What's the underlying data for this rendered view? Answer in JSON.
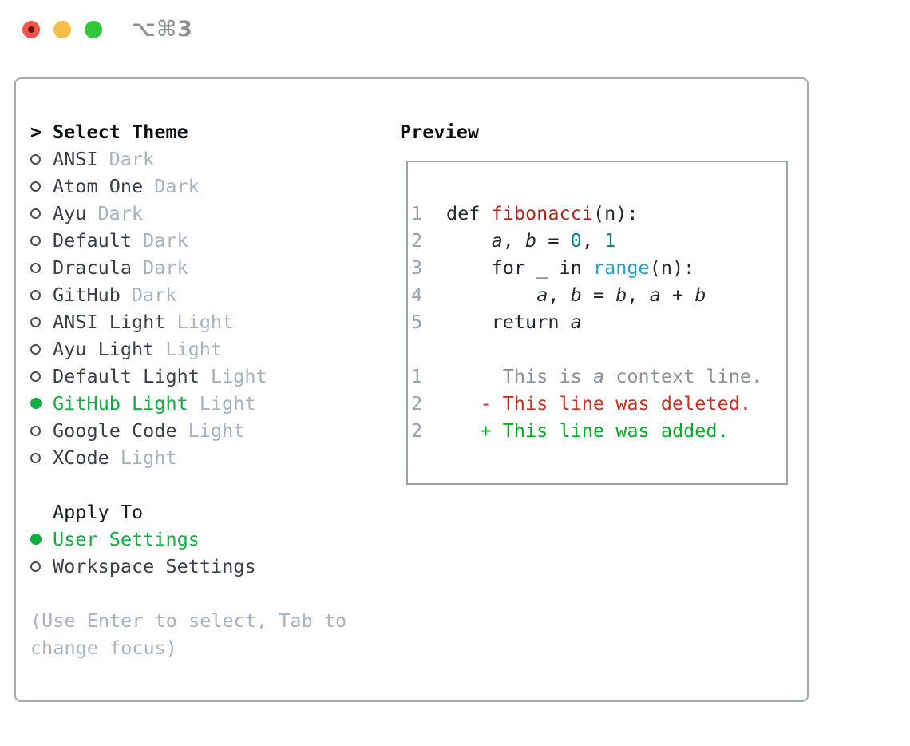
{
  "titlebar": {
    "shortcut": "⌥⌘3"
  },
  "selector": {
    "header_prefix": ">",
    "header": "Select Theme",
    "items": [
      {
        "name": "ANSI",
        "variant": "Dark",
        "selected": false
      },
      {
        "name": "Atom One",
        "variant": "Dark",
        "selected": false
      },
      {
        "name": "Ayu",
        "variant": "Dark",
        "selected": false
      },
      {
        "name": "Default",
        "variant": "Dark",
        "selected": false
      },
      {
        "name": "Dracula",
        "variant": "Dark",
        "selected": false
      },
      {
        "name": "GitHub",
        "variant": "Dark",
        "selected": false
      },
      {
        "name": "ANSI Light",
        "variant": "Light",
        "selected": false
      },
      {
        "name": "Ayu Light",
        "variant": "Light",
        "selected": false
      },
      {
        "name": "Default Light",
        "variant": "Light",
        "selected": false
      },
      {
        "name": "GitHub Light",
        "variant": "Light",
        "selected": true
      },
      {
        "name": "Google Code",
        "variant": "Light",
        "selected": false
      },
      {
        "name": "XCode",
        "variant": "Light",
        "selected": false
      }
    ],
    "apply_to": {
      "header": "Apply To",
      "options": [
        {
          "name": "User Settings",
          "selected": true
        },
        {
          "name": "Workspace Settings",
          "selected": false
        }
      ]
    },
    "hint": "(Use Enter to select, Tab to change focus)"
  },
  "preview": {
    "title": "Preview",
    "lines": [
      {
        "kind": "code",
        "num": "1",
        "tokens": [
          {
            "t": "def ",
            "s": "fg"
          },
          {
            "t": "fibonacci",
            "s": "func"
          },
          {
            "t": "(n):",
            "s": "fg"
          }
        ]
      },
      {
        "kind": "code",
        "num": "2",
        "tokens": [
          {
            "t": "    ",
            "s": "fg"
          },
          {
            "t": "a",
            "s": "var"
          },
          {
            "t": ", ",
            "s": "fg"
          },
          {
            "t": "b",
            "s": "var"
          },
          {
            "t": " = ",
            "s": "fg"
          },
          {
            "t": "0",
            "s": "num"
          },
          {
            "t": ", ",
            "s": "fg"
          },
          {
            "t": "1",
            "s": "num"
          }
        ]
      },
      {
        "kind": "code",
        "num": "3",
        "tokens": [
          {
            "t": "    for _ in ",
            "s": "fg"
          },
          {
            "t": "range",
            "s": "builtin"
          },
          {
            "t": "(n):",
            "s": "fg"
          }
        ]
      },
      {
        "kind": "code",
        "num": "4",
        "tokens": [
          {
            "t": "        ",
            "s": "fg"
          },
          {
            "t": "a",
            "s": "var"
          },
          {
            "t": ", ",
            "s": "fg"
          },
          {
            "t": "b",
            "s": "var"
          },
          {
            "t": " = ",
            "s": "fg"
          },
          {
            "t": "b",
            "s": "var"
          },
          {
            "t": ", ",
            "s": "fg"
          },
          {
            "t": "a",
            "s": "var"
          },
          {
            "t": " + ",
            "s": "fg"
          },
          {
            "t": "b",
            "s": "var"
          }
        ]
      },
      {
        "kind": "code",
        "num": "5",
        "tokens": [
          {
            "t": "    return ",
            "s": "fg"
          },
          {
            "t": "a",
            "s": "var"
          }
        ]
      },
      {
        "kind": "blank",
        "num": "",
        "tokens": []
      },
      {
        "kind": "diff-context",
        "num": "1",
        "tokens": [
          {
            "t": "     This is ",
            "s": "ctx"
          },
          {
            "t": "a",
            "s": "ctx-var"
          },
          {
            "t": " context line.",
            "s": "ctx"
          }
        ]
      },
      {
        "kind": "diff-deleted",
        "num": "2",
        "tokens": [
          {
            "t": "   - This line was deleted.",
            "s": "del"
          }
        ]
      },
      {
        "kind": "diff-added",
        "num": "2",
        "tokens": [
          {
            "t": "   + This line was added.",
            "s": "add"
          }
        ]
      }
    ]
  },
  "colors": {
    "selection_green": "#10ad41",
    "added_green": "#04ab25",
    "deleted_red": "#c93222",
    "function_red": "#b2261d",
    "number_teal": "#0e7d7f",
    "builtin_blue": "#2d9ac4",
    "context_gray": "#8b9199",
    "muted_gray": "#a9b2bd",
    "panel_border": "#a4abb4",
    "preview_border": "#9aa2ab"
  }
}
